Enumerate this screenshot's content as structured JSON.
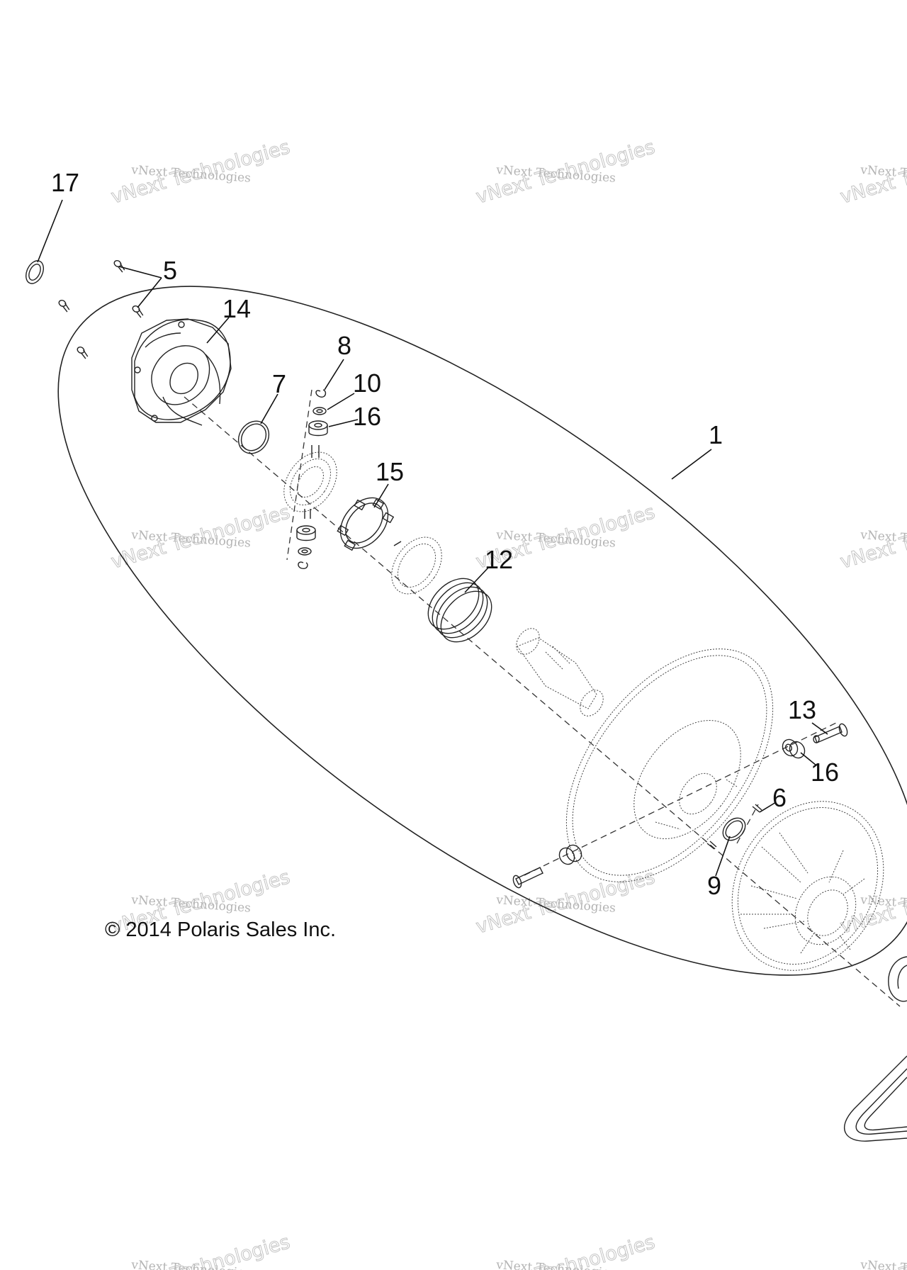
{
  "diagram": {
    "callouts": [
      {
        "id": "17",
        "text": "17"
      },
      {
        "id": "5",
        "text": "5"
      },
      {
        "id": "14",
        "text": "14"
      },
      {
        "id": "8",
        "text": "8"
      },
      {
        "id": "10",
        "text": "10"
      },
      {
        "id": "16a",
        "text": "16"
      },
      {
        "id": "7",
        "text": "7"
      },
      {
        "id": "1",
        "text": "1"
      },
      {
        "id": "15",
        "text": "15"
      },
      {
        "id": "12",
        "text": "12"
      },
      {
        "id": "13",
        "text": "13"
      },
      {
        "id": "16b",
        "text": "16"
      },
      {
        "id": "6",
        "text": "6"
      },
      {
        "id": "9",
        "text": "9"
      }
    ],
    "copyright": "© 2014 Polaris Sales Inc."
  },
  "watermark": {
    "line1": "vNext Technologies",
    "line2": "vNext Technologies"
  }
}
